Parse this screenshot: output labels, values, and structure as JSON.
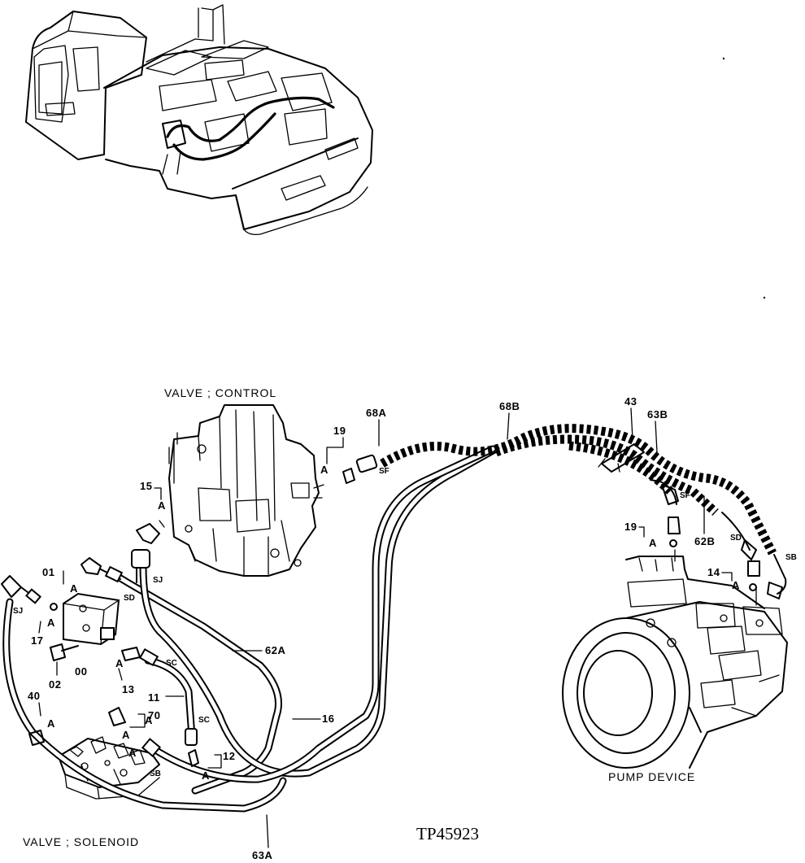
{
  "labels": {
    "valve_control": "VALVE ; CONTROL",
    "valve_solenoid": "VALVE ; SOLENOID",
    "pump_device": "PUMP DEVICE",
    "drawing_code": "TP45923"
  },
  "callouts": {
    "p68a": "68A",
    "p68b": "68B",
    "p43": "43",
    "p63b": "63B",
    "p19a": "19",
    "p19b": "19",
    "p15": "15",
    "p01": "01",
    "p17": "17",
    "p02": "02",
    "p00": "00",
    "p13": "13",
    "p40": "40",
    "p11": "11",
    "p70": "70",
    "p12": "12",
    "p62a": "62A",
    "p16": "16",
    "p63a": "63A",
    "p62b": "62B",
    "p14": "14"
  },
  "fitting_refs": {
    "a1": "A",
    "a2": "A",
    "a3": "A",
    "a4": "A",
    "a5": "A",
    "a6": "A",
    "a7": "A",
    "a8": "A",
    "a9": "A",
    "a10": "A",
    "a11": "A",
    "a12": "A"
  },
  "port_tags": {
    "sf1": "SF",
    "sf2": "SF",
    "sj1": "SJ",
    "sj2": "SJ",
    "sd1": "SD",
    "sd2": "SD",
    "sc1": "SC",
    "sc2": "SC",
    "sb1": "SB",
    "sb2": "SB"
  }
}
